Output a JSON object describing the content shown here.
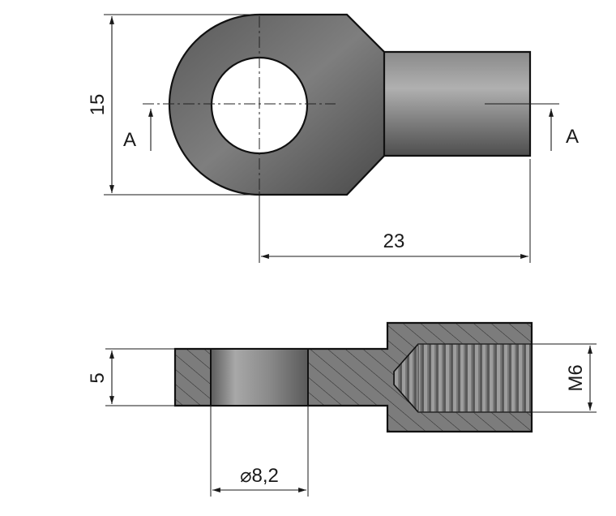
{
  "drawing": {
    "dimensions": {
      "height_top": "15",
      "length_top": "23",
      "thickness_side": "5",
      "bore_diameter": "⌀8,2",
      "thread": "M6"
    },
    "section_markers": {
      "left": "A",
      "right": "A"
    },
    "colors": {
      "part_fill_dark": "#5e5e5e",
      "part_fill_light": "#9a9a9a",
      "section_fill": "#7d7d7d",
      "bore_fill": "#8c8c8c",
      "thread_fill": "#6a6a6a",
      "line": "#1a1a1a",
      "background": "#ffffff"
    }
  }
}
